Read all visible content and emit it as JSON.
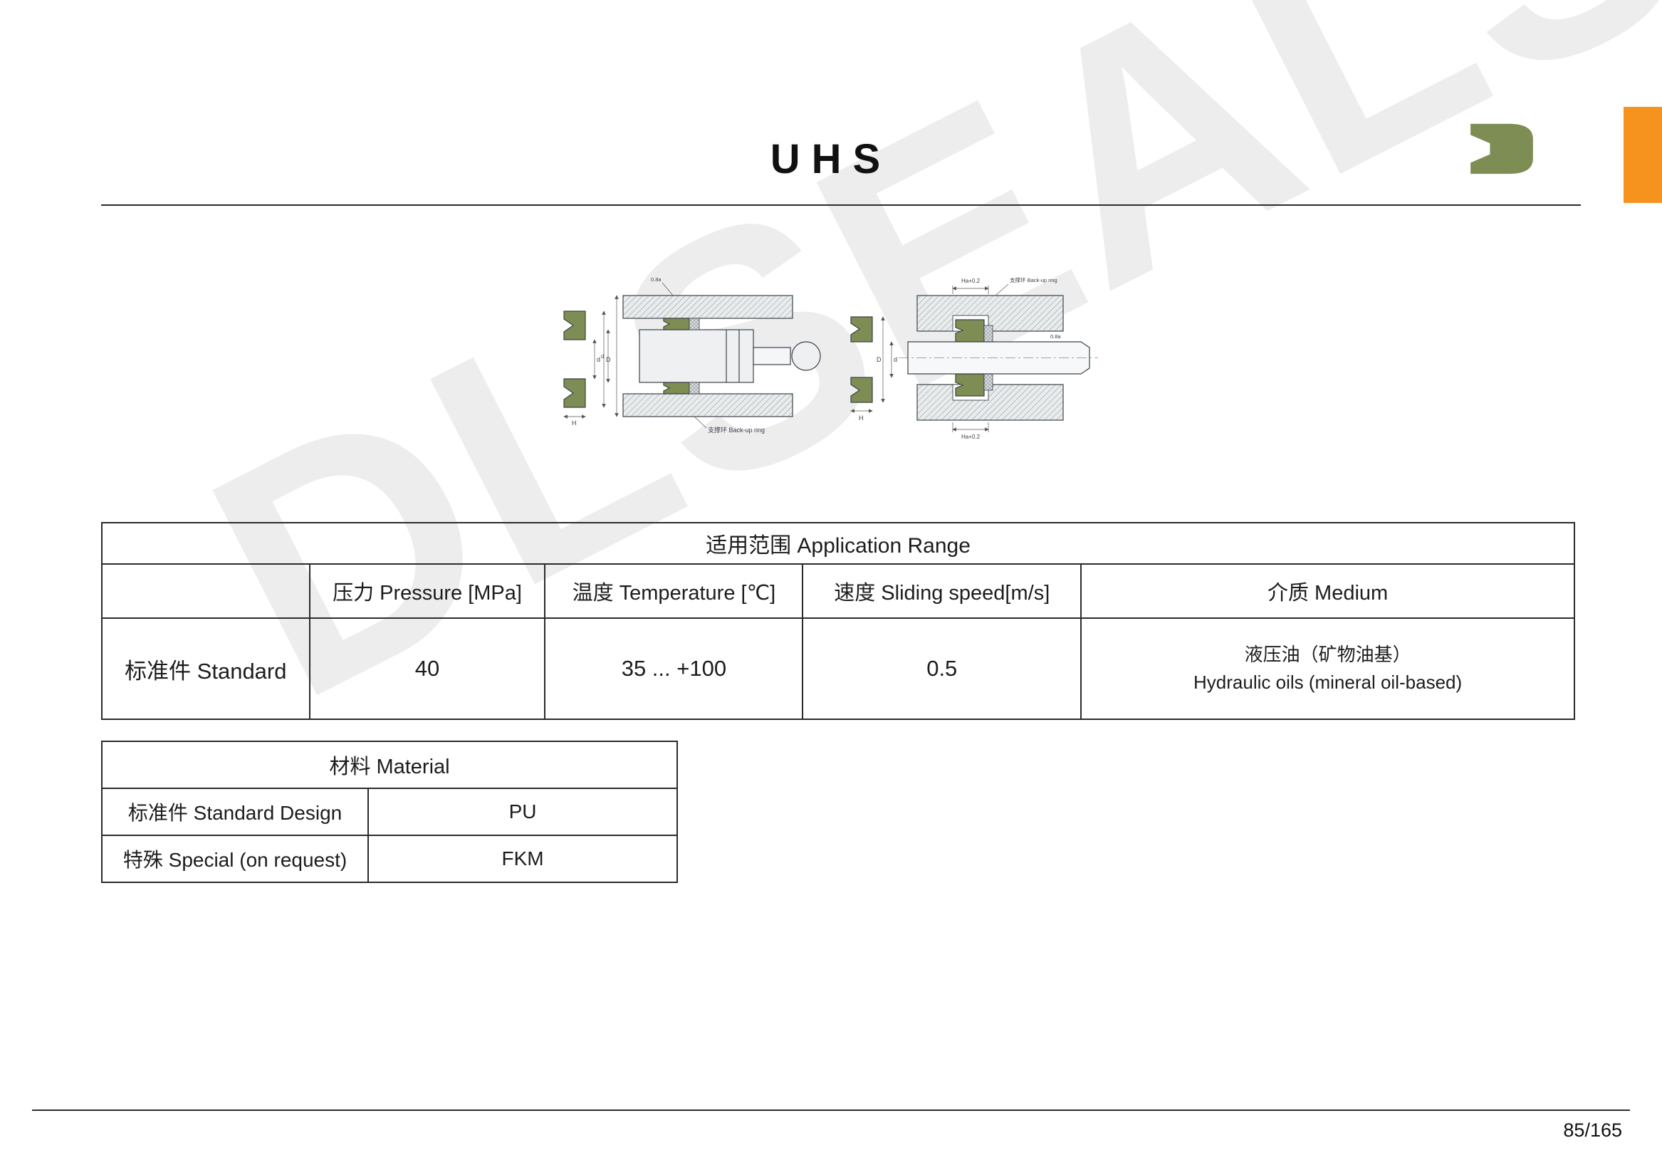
{
  "page": {
    "title": "UHS",
    "watermark": "DLSEALS",
    "page_number": "85/165"
  },
  "colors": {
    "seal_green": "#7e8d54",
    "accent_orange": "#f6921e",
    "watermark_gray": "#ededed",
    "table_line": "#2b2b2b"
  },
  "application_table": {
    "title": "适用范围 Application Range",
    "columns": [
      "",
      "压力 Pressure [MPa]",
      "温度 Temperature [℃]",
      "速度 Sliding speed[m/s]",
      "介质 Medium"
    ],
    "rows": [
      {
        "label": "标准件 Standard",
        "pressure": "40",
        "temperature": "35 ... +100",
        "speed": "0.5",
        "medium_zh": "液压油（矿物油基）",
        "medium_en": "Hydraulic oils (mineral oil-based)"
      }
    ]
  },
  "material_table": {
    "title": "材料 Material",
    "rows": [
      {
        "label": "标准件 Standard Design",
        "value": "PU"
      },
      {
        "label": "特殊 Special (on request)",
        "value": "FKM"
      }
    ]
  },
  "diagram": {
    "labels": {
      "H": "H",
      "d": "d",
      "D": "D",
      "ha": "Ha+0.2",
      "roughness": "0.8a",
      "backup_ring": "支撑环 Back-up ring"
    }
  }
}
